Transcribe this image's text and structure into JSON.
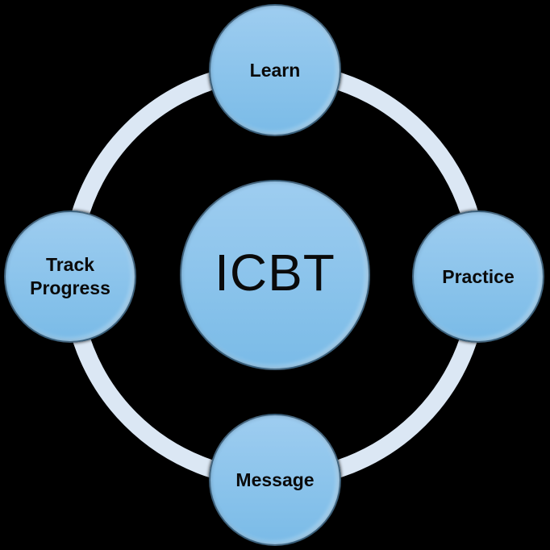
{
  "diagram": {
    "center_node": {
      "label": "ICBT"
    },
    "nodes": [
      {
        "label": "Learn",
        "position": "top"
      },
      {
        "label": "Practice",
        "position": "right"
      },
      {
        "label": "Message",
        "position": "bottom"
      },
      {
        "label": "Track Progress",
        "position": "left"
      }
    ],
    "colors": {
      "background": "#000000",
      "ring": "#DBE7F4",
      "node_gradient_top": "#9ECDF0",
      "node_gradient_bottom": "#7ABBE7",
      "node_border": "#162C3F",
      "label_text": "#0A0A0A"
    }
  }
}
